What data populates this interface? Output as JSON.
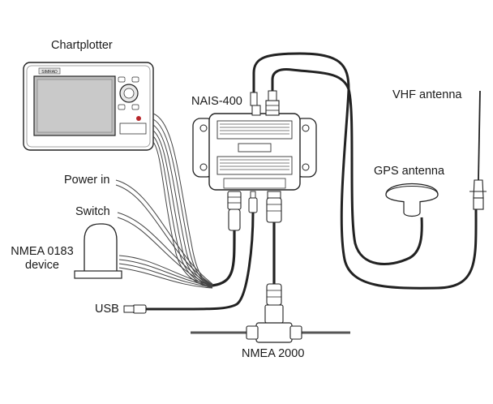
{
  "labels": {
    "chartplotter": "Chartplotter",
    "nais": "NAIS-400",
    "vhf_antenna": "VHF antenna",
    "gps_antenna": "GPS antenna",
    "power_in": "Power in",
    "switch": "Switch",
    "nmea0183_line1": "NMEA 0183",
    "nmea0183_line2": "device",
    "usb": "USB",
    "nmea2000": "NMEA 2000"
  },
  "chartplotter_brand": "SIMRAD"
}
